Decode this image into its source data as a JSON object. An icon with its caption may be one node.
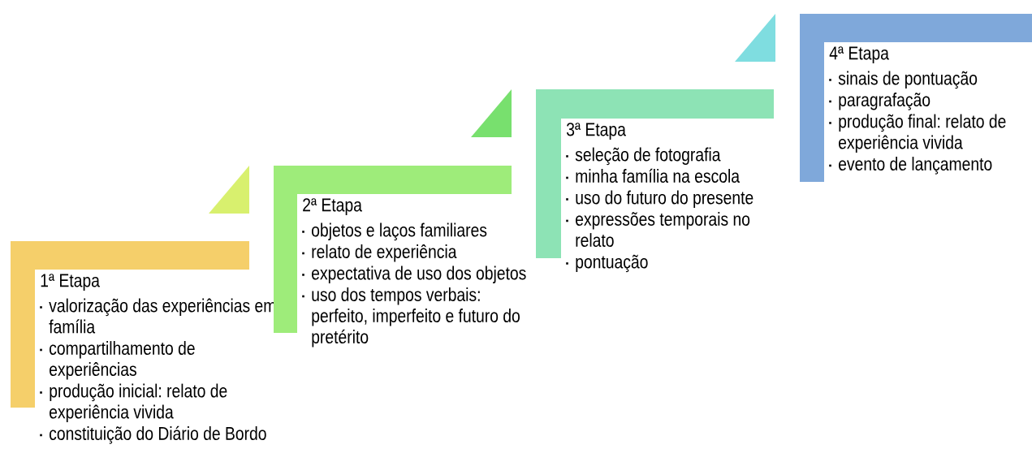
{
  "diagram": {
    "nodes": [
      {
        "text": [
          "1ª Etapa",
          "valorização das experiências em família",
          "compartilhamento de experiências",
          "produção inicial: relato de experiência vivida",
          "constituição do Diário de Bordo"
        ]
      },
      {
        "text": [
          "2ª Etapa",
          "objetos e laços familiares",
          "relato de experiência",
          "expectativa de uso dos objetos",
          "uso dos tempos verbais: perfeito, imperfeito e futuro do pretérito"
        ]
      },
      {
        "text": [
          "3ª Etapa",
          "seleção de fotografia",
          "minha família na escola",
          "uso do futuro do presente",
          "expressões temporais no relato",
          "pontuação"
        ]
      },
      {
        "text": [
          "4ª Etapa",
          "sinais de pontuação",
          "paragrafação",
          "produção final: relato de experiência vivida",
          "evento de lançamento"
        ]
      }
    ]
  }
}
